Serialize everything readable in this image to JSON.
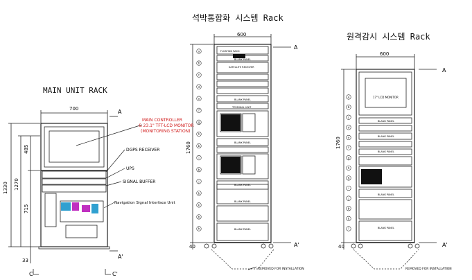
{
  "titles": {
    "main_unit_rack": "MAIN UNIT RACK",
    "integrated_rack": "석박통합화 시스템 Rack",
    "remote_monitor_rack": "원격감시 시스템 Rack"
  },
  "main_rack": {
    "width_dim": "700",
    "height_total": "1330",
    "height_upper": "1270",
    "height_485": "485",
    "height_715": "715",
    "base_33": "33",
    "section_top": "A",
    "section_bottom": "A'",
    "section_c": "C",
    "section_c_prime": "C'",
    "callouts": {
      "main_controller_1": "MAIN CONTROLLER",
      "main_controller_2": "& 23.1\" TFT-LCD MONITOR",
      "main_controller_3": "(MONITORING STATION)",
      "dgps": "DGPS RECEIVER",
      "ups": "UPS",
      "signal_buffer": "SIGNAL BUFFER",
      "nsiu": "Navigation Signal Interface Unit"
    }
  },
  "integrated_rack": {
    "width_dim": "600",
    "height_dim": "1760",
    "base_dim": "40",
    "section_top": "A",
    "section_bottom": "A'",
    "header_label": "FLOATING RACK",
    "panels": {
      "blank_top": "BLANK PANEL",
      "satellite": "SATELLITE RECEIVER",
      "blank_mid": "BLANK PANEL",
      "terminal": "TERMINAL UNIT",
      "blank_2": "BLANK PANEL",
      "blank_3": "BLANK PANEL",
      "blank_4": "BLANK PANEL",
      "blank_5": "BLANK PANEL"
    },
    "markers": [
      "a",
      "b",
      "c",
      "d",
      "e",
      "f",
      "g",
      "h",
      "b",
      "i",
      "b",
      "j",
      "b",
      "k",
      "b",
      "h"
    ],
    "removed_note": "REMOVED FOR INSTALLATION"
  },
  "remote_rack": {
    "width_dim": "600",
    "height_dim": "1760",
    "base_dim": "40",
    "section_top": "A",
    "section_bottom": "A'",
    "panels": {
      "monitor": "17\" LCD MONITOR",
      "blank_1": "BLANK PANEL",
      "blank_2": "BLANK PANEL",
      "blank_3": "BLANK PANEL",
      "blank_4": "BLANK PANEL",
      "blank_5": "BLANK PANEL"
    },
    "markers": [
      "a",
      "b",
      "c",
      "d",
      "e",
      "f",
      "g",
      "h",
      "b",
      "i",
      "j",
      "b",
      "k",
      "l"
    ],
    "removed_note": "REMOVED FOR INSTALLATION"
  },
  "colors": {
    "line": "#222222",
    "callout_red": "#d01818",
    "screen_magenta": "#c030c0",
    "screen_cyan": "#30a0d0"
  }
}
